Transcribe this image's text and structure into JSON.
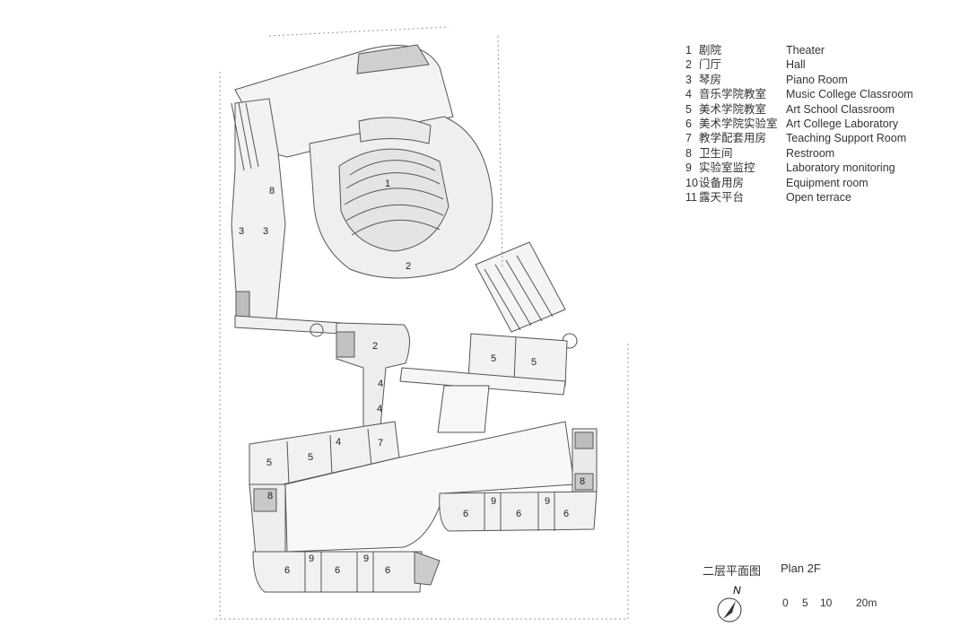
{
  "legend": [
    {
      "num": "1",
      "zh": "剧院",
      "en": "Theater"
    },
    {
      "num": "2",
      "zh": "门厅",
      "en": "Hall"
    },
    {
      "num": "3",
      "zh": "琴房",
      "en": "Piano Room"
    },
    {
      "num": "4",
      "zh": "音乐学院教室",
      "en": "Music College Classroom"
    },
    {
      "num": "5",
      "zh": "美术学院教室",
      "en": "Art School Classroom"
    },
    {
      "num": "6",
      "zh": "美术学院实验室",
      "en": "Art College Laboratory"
    },
    {
      "num": "7",
      "zh": "教学配套用房",
      "en": "Teaching Support Room"
    },
    {
      "num": "8",
      "zh": "卫生间",
      "en": "Restroom"
    },
    {
      "num": "9",
      "zh": "实验室监控",
      "en": "Laboratory monitoring"
    },
    {
      "num": "10",
      "zh": "设备用房",
      "en": "Equipment room"
    },
    {
      "num": "11",
      "zh": "露天平台",
      "en": "Open terrace"
    }
  ],
  "caption": {
    "zh": "二层平面图",
    "en": "Plan 2F"
  },
  "north": "N",
  "scale": {
    "t0": "0",
    "t5": "5",
    "t10": "10",
    "t20": "20m"
  },
  "room_labels": [
    "1",
    "2",
    "2",
    "3",
    "3",
    "4",
    "4",
    "4",
    "5",
    "5",
    "5",
    "5",
    "6",
    "6",
    "6",
    "6",
    "6",
    "6",
    "7",
    "8",
    "8",
    "8",
    "9",
    "9",
    "9",
    "9"
  ]
}
